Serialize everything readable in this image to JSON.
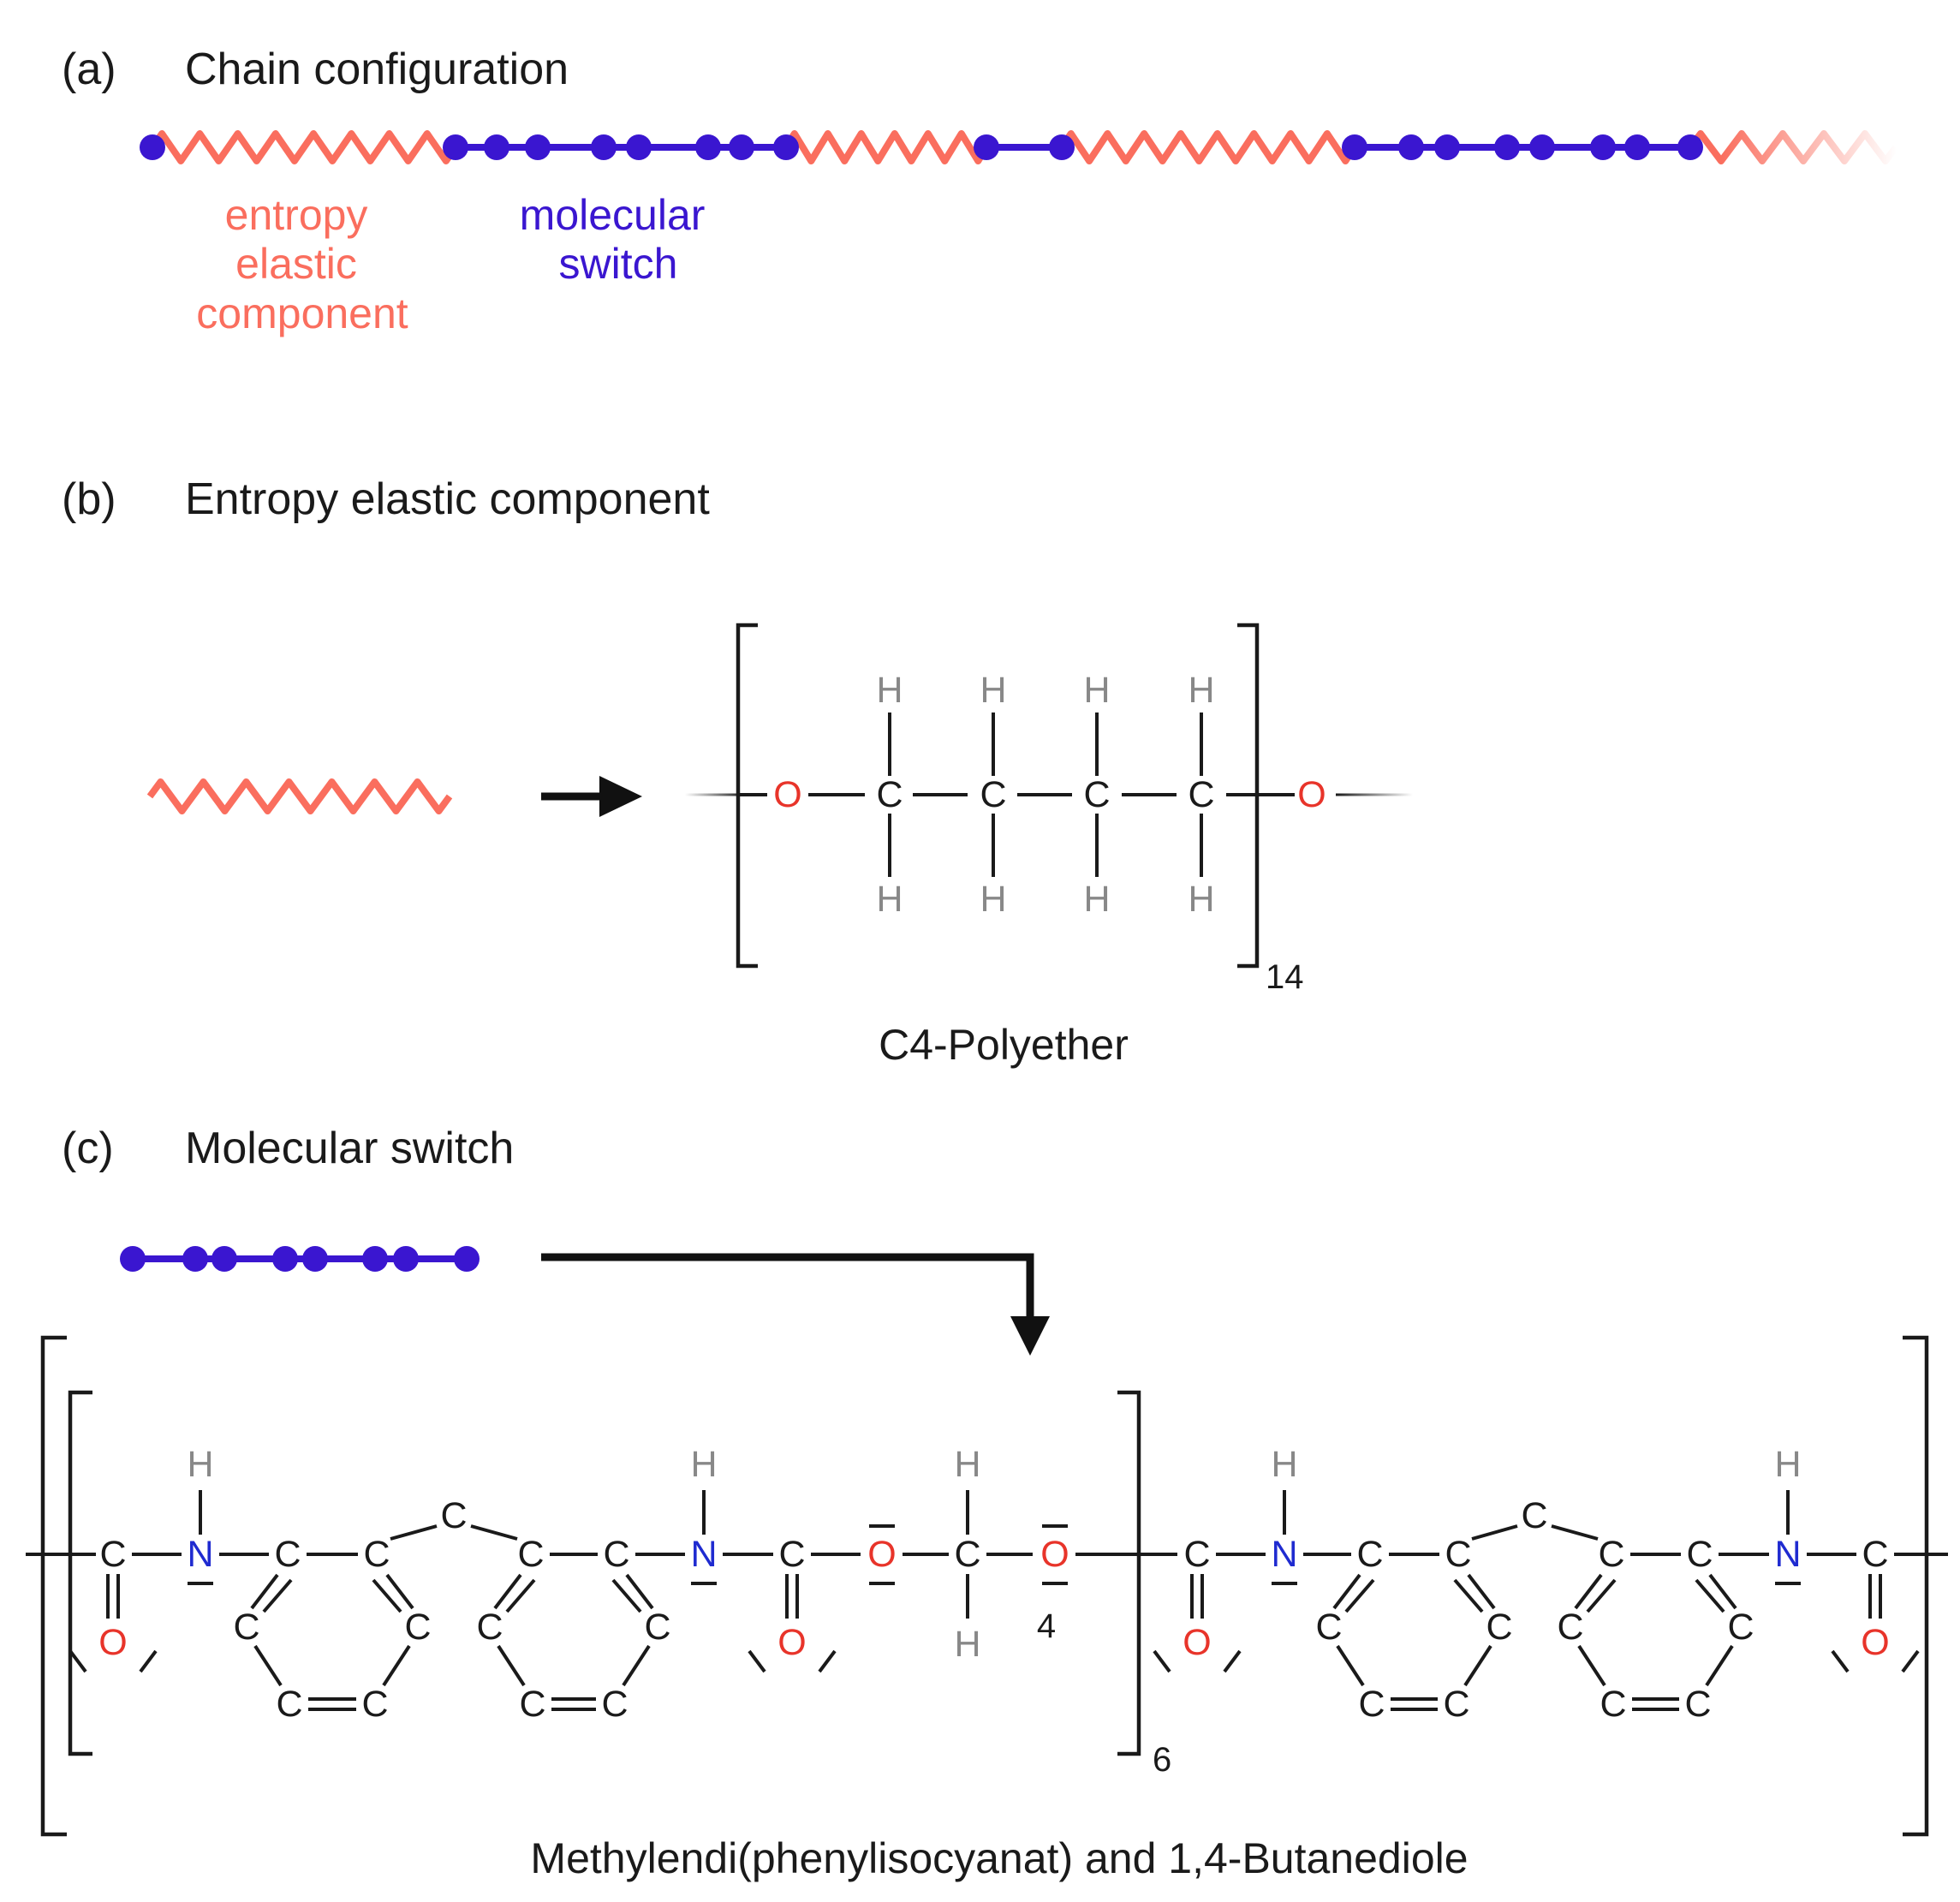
{
  "colors": {
    "elastic": "#fa6e5e",
    "switch": "#3a16d0",
    "oxygen": "#e8342a",
    "nitrogen": "#1f2bd0",
    "hydrogen": "#888888",
    "carbon": "#1a1a1a",
    "text": "#1a1a1a"
  },
  "panel_a": {
    "label": "(a)",
    "title": "Chain configuration",
    "elastic_label": [
      "entropy",
      "elastic",
      "component"
    ],
    "switch_label": [
      "molecular",
      "switch"
    ]
  },
  "panel_b": {
    "label": "(b)",
    "title": "Entropy elastic component",
    "repeat": "14",
    "caption": "C4-Polyether"
  },
  "panel_c": {
    "label": "(c)",
    "title": "Molecular switch",
    "inner_repeat": "6",
    "chain_repeat": "4",
    "caption": "Methylendi(phenylisocyanat) and 1,4-Butanediole"
  },
  "atoms": {
    "C": "C",
    "H": "H",
    "O": "O",
    "N": "N"
  }
}
